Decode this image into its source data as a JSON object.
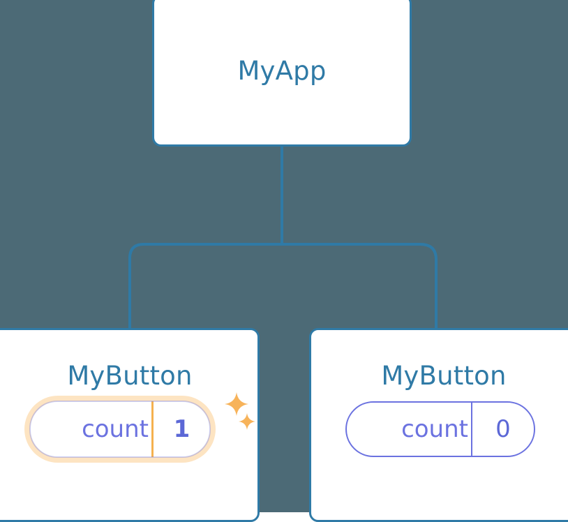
{
  "theme": {
    "background": "#4c6a76",
    "card_bg": "#ffffff",
    "card_border": "#2f7aa6",
    "title_color": "#2f7aa6",
    "edge_color": "#2f7aa6",
    "pill_purple": "#6b72e0",
    "pill_value_purple": "#5c68d6",
    "highlight_orange": "#f5b14f",
    "highlight_glow": "rgba(250,190,110,0.42)",
    "sparkle_color": "#f7b35a"
  },
  "tree": {
    "root": {
      "title": "MyApp"
    },
    "children": [
      {
        "title": "MyButton",
        "state": {
          "key": "count",
          "value": "1"
        },
        "highlighted": true,
        "sparkles": true
      },
      {
        "title": "MyButton",
        "state": {
          "key": "count",
          "value": "0"
        },
        "highlighted": false,
        "sparkles": false
      }
    ]
  },
  "icons": {
    "sparkle_big": "sparkle-icon",
    "sparkle_small": "sparkle-icon"
  }
}
